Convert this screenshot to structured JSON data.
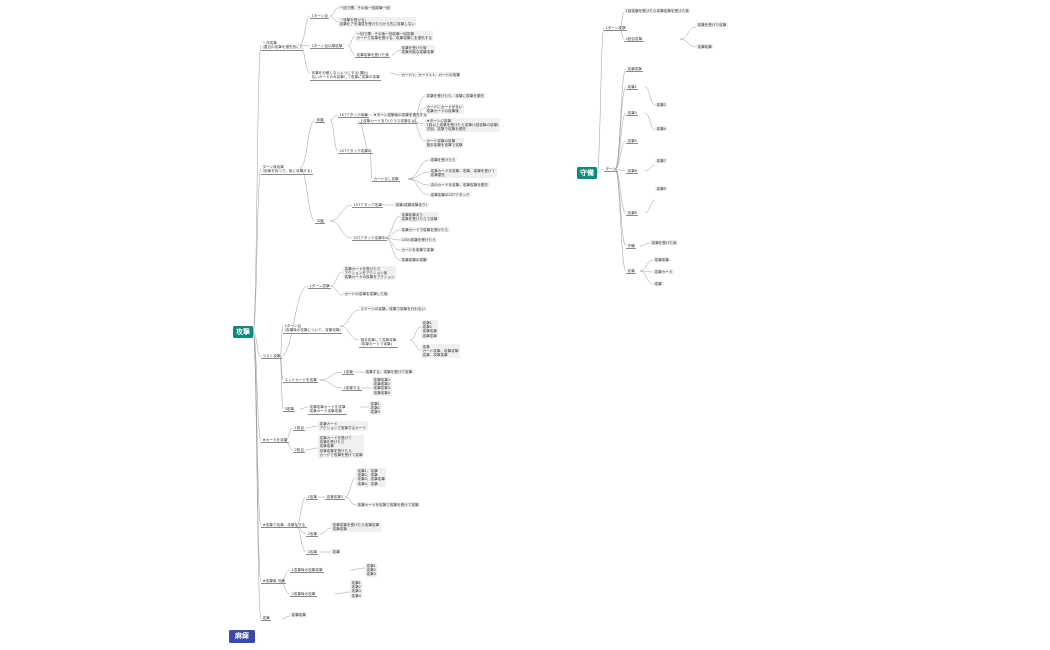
{
  "colors": {
    "attack": "#0c8a7b",
    "defend": "#0c8a7b",
    "paralyze": "#3b4aa8"
  },
  "roots": {
    "attack": "攻撃",
    "defend": "守備",
    "paralyze": "麻痺"
  },
  "left": {
    "pre": "一次攻撃\n(直近の攻撃を優先的に)",
    "pre_a": "1ターン目",
    "pre_a1": "一回で標、その後一回攻撃一回",
    "pre_a2": "「攻撃を受ける」\n攻撃をアを達成を受けたらから先に攻撃しない",
    "pre_b": "2ターン目以降攻撃",
    "pre_b1": "一回で標、その後一回攻撃一回攻撃\nカードで攻撃を受ける、攻撃攻撃にを優先する",
    "pre_b2": "攻撃攻撃を受けた後",
    "pre_b2a": "攻撃を受けた後\n攻撃可能な攻撃攻撃",
    "pre_c": "攻撃を分散しないようにする(選出)\nないカードのみ攻撃して攻撃に攻撃の攻撃",
    "pre_c1": "カード1、カード1-1、カードの攻撃",
    "mid": "ターン後攻撃\n(攻撃を持つで、後に攻撃する)",
    "mid_a": "序盤",
    "mid_a1": "1STアタック攻撃",
    "mid_a1a": "★ターン攻撃後の攻撃を優先する",
    "mid_a2": "2STアタック攻撃中",
    "mid_a2a": "上攻撃カードあり(クラス攻撃なし)",
    "mid_a2a1": "攻撃を受けたら、攻撃に攻撃を優先",
    "mid_a2a2": "カードにカードがない\n攻撃カードの攻撃後",
    "mid_a2a3": "★ターンに攻撃\n1回以上攻撃を受けたら攻撃(1回攻撃の攻撃)\n次回、攻撃で攻撃を優先",
    "mid_a2a4": "カード攻撃の攻撃\n相手攻撃を攻撃で攻撃",
    "mid_a2b": "カードなし攻撃",
    "mid_a2b1": "攻撃を受けたら",
    "mid_a2b2": "攻撃カードを攻撃、攻撃、攻撃を受けて\n攻撃優先",
    "mid_a2b3": "次のカードを攻撃、攻撃攻撃を優先",
    "mid_a2b4": "攻撃攻撃の2STアタック",
    "mid_b": "中盤",
    "mid_b1": "1STアタック攻撃",
    "mid_b1a": "攻撃(攻撃攻撃あり)",
    "mid_b2": "2STアタック攻撃中",
    "mid_b2a": "攻撃攻撃あり\n攻撃を受けたらで攻撃",
    "mid_b2b": "攻撃カードで攻撃を受けたら",
    "mid_b2c": "1000攻撃を受けたら",
    "mid_b2d": "カードを攻撃で攻撃",
    "mid_b2e": "攻撃攻撃の攻撃",
    "late": "ラスト攻撃",
    "late_a": "1ターン攻撃",
    "late_a1": "攻撃カードを受けたら\nアクションをアクション後\n攻撃カードの攻撃をアクション",
    "late_a2": "カードの攻撃を攻撃した後",
    "late_b": "2ターン目\n(攻撃後の攻撃について、攻撃攻撃)",
    "late_b1": "ステージの攻撃、攻撃で攻撃を行わない",
    "late_b2": "相手攻撃して攻撃攻撃\n(攻撃カードで攻撃)",
    "late_b2a": "攻撃1\n攻撃2\n攻撃攻撃\n攻撃攻撃",
    "late_b2b": "攻撃\nカード攻撃、攻撃攻撃\n攻撃、攻撃攻撃",
    "late_c": "エンドカードを攻撃",
    "late_c1": "1攻撃",
    "late_c1a": "攻撃する、攻撃を受けて攻撃",
    "late_c2": "2攻撃する",
    "late_c2a": "攻撃攻撃1\n攻撃攻撃2\n攻撃攻撃3\n攻撃攻撃4",
    "late_d": "3攻撃",
    "late_d1": "攻撃攻撃カードを攻撃\n攻撃カード攻撃攻撃",
    "late_d1a": "攻撃1\n攻撃2\n攻撃3",
    "card": "★カードを攻撃",
    "card_a": "1枚目",
    "card_a1": "攻撃カード\nアクションで攻撃するカード",
    "card_b": "2枚目",
    "card_b1": "攻撃カードを受けて\n攻撃を受けたら\n攻撃攻撃\n攻撃攻撃を受けたら\nカードで攻撃を受けて攻撃",
    "end": "★攻撃で攻撃、攻撃をする",
    "end_a": "1攻撃",
    "end_a1": "攻撃攻撃1",
    "end_a1a": "攻撃1、攻撃\n攻撃2、攻撃\n攻撃3、攻撃攻撃\n攻撃4、攻撃",
    "end_a1b": "攻撃カードを攻撃で攻撃を受けて攻撃",
    "end_b": "2攻撃",
    "end_b1": "攻撃攻撃を受けたら攻撃攻撃\n攻撃攻撃",
    "end_c": "3攻撃",
    "end_c1": "攻撃",
    "fin": "★攻撃後 守備",
    "fin_a": "1攻撃後の攻撃攻撃",
    "fin_a1": "攻撃1\n攻撃2\n攻撃3",
    "fin_b": "2攻撃後の攻撃",
    "fin_b1": "攻撃1\n攻撃2\n攻撃3\n攻撃4",
    "fin_c": "攻撃",
    "fin_c1": "攻撃攻撃"
  },
  "right": {
    "a": "1ターン攻撃",
    "a1": "1回攻撃を受けたら攻撃攻撃を受けた後",
    "a2": "2回目攻撃",
    "a2a": "攻撃を受けた攻撃",
    "a2b": "攻撃攻撃",
    "b": "ターン",
    "b1": "攻撃攻撃",
    "b2": "攻撃1",
    "b3": "攻撃2",
    "b4": "攻撃3",
    "b5": "攻撃4",
    "b6": "攻撃5",
    "b7": "攻撃6",
    "b8": "攻撃7",
    "b9": "攻撃8",
    "b10": "攻撃9",
    "c": "守備",
    "c1": "攻撃を受けた後",
    "d": "攻撃",
    "d1": "攻撃攻撃",
    "d1a": "攻撃カード",
    "d1b": "攻撃"
  }
}
